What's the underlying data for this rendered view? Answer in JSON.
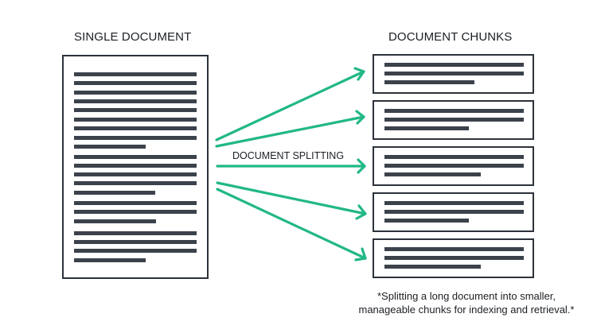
{
  "diagram": {
    "left_title": "SINGLE DOCUMENT",
    "right_title": "DOCUMENT CHUNKS",
    "arrow_label": "DOCUMENT SPLITTING",
    "footnote_line1": "*Splitting a long document into smaller,",
    "footnote_line2": "manageable chunks for indexing and retrieval.*",
    "colors": {
      "arrow": "#21b884",
      "line": "#3b424b",
      "border": "#2c323a",
      "text": "#1b1f24"
    },
    "single_document": {
      "paragraphs": [
        {
          "lines": 9,
          "last_line_short": true
        },
        {
          "lines": 5,
          "last_line_short": true
        },
        {
          "lines": 3,
          "last_line_short": true
        },
        {
          "lines": 4,
          "last_line_short": true
        }
      ]
    },
    "chunks": [
      {
        "id": 1,
        "lines": 3
      },
      {
        "id": 2,
        "lines": 3
      },
      {
        "id": 3,
        "lines": 3
      },
      {
        "id": 4,
        "lines": 3
      },
      {
        "id": 5,
        "lines": 3
      }
    ],
    "arrow_count": 5
  }
}
